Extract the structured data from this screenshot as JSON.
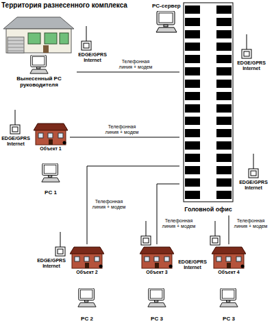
{
  "diagram": {
    "title": "Территория разнесенного комплекса",
    "nodes": [
      {
        "text": [
          "Головной офис"
        ]
      },
      {
        "text": [
          "Вынесенный PC руководителя"
        ]
      },
      {
        "text": [
          "Объект 1",
          "PC 1"
        ]
      },
      {
        "text": [
          "Объект 2",
          "PC 2"
        ]
      },
      {
        "text": [
          "Объект 3",
          "PC 3"
        ]
      },
      {
        "text": [
          "Объект 4",
          "PC 3"
        ]
      }
    ],
    "edges": [
      {
        "from": 0,
        "to": 1,
        "arrow": "none",
        "label": "Телефонная линия + модем"
      },
      {
        "from": 0,
        "to": 2,
        "arrow": "none",
        "label": "Телефонная линия + модем"
      },
      {
        "from": 0,
        "to": 3,
        "arrow": "none",
        "label": "Телефонная линия + модем"
      },
      {
        "from": 0,
        "to": 4,
        "arrow": "none",
        "label": "Телефонная линия + модем"
      },
      {
        "from": 0,
        "to": 5,
        "arrow": "none",
        "label": "Телефонная линия + модем"
      }
    ],
    "labels": [
      "PC-сервер",
      "EDGE/GPRS Internet",
      "EDGE/GPRS Internet",
      "EDGE/GPRS Internet",
      "EDGE/GPRS Internet",
      "EDGE/GPRS Internet",
      "EDGE/GPRS Internet"
    ]
  }
}
